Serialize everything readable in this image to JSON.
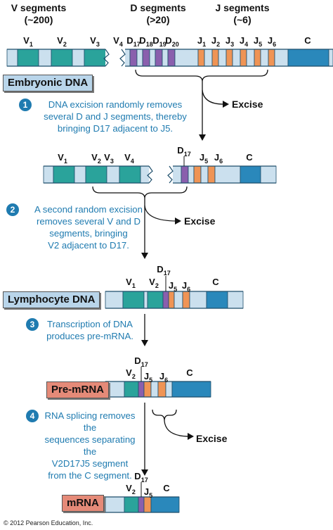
{
  "header": {
    "v_segments": "V segments",
    "v_count": "(~200)",
    "d_segments": "D segments",
    "d_count": "(>20)",
    "j_segments": "J segments",
    "j_count": "(~6)"
  },
  "colors": {
    "v": "#2aa39b",
    "d": "#8a5fad",
    "j": "#ef9455",
    "c": "#2a88bb",
    "spacer": "#cbe0ee",
    "text_blue": "#1f7bb0"
  },
  "labels": {
    "embryonic": "Embryonic DNA",
    "lymphocyte": "Lymphocyte DNA",
    "premrna": "Pre-mRNA",
    "mrna": "mRNA",
    "excise": "Excise"
  },
  "steps": [
    {
      "num": "1",
      "lines": [
        "DNA excision randomly removes",
        "several D and J segments, thereby",
        "bringing D17 adjacent to J5."
      ]
    },
    {
      "num": "2",
      "lines": [
        "A second random excision",
        "removes several V and D",
        "segments, bringing",
        "V2 adjacent to D17."
      ]
    },
    {
      "num": "3",
      "lines": [
        "Transcription of DNA",
        "produces pre-mRNA."
      ]
    },
    {
      "num": "4",
      "lines": [
        "RNA splicing removes the",
        "sequences separating the",
        "V2D17J5 segment",
        "from the C segment."
      ]
    }
  ],
  "segment_labels": {
    "row1": [
      "V1",
      "V2",
      "V3",
      "V4",
      "D17",
      "D18",
      "D19",
      "D20",
      "J1",
      "J2",
      "J3",
      "J4",
      "J5",
      "J6",
      "C"
    ],
    "row2": [
      "V1",
      "V2",
      "V3",
      "V4",
      "D17",
      "J5",
      "J6",
      "C"
    ],
    "row3": [
      "V1",
      "V2",
      "D17",
      "J5",
      "J6",
      "C"
    ],
    "row4": [
      "V2",
      "D17",
      "J5",
      "J6",
      "C"
    ],
    "row5": [
      "V2",
      "D17",
      "J5",
      "C"
    ]
  },
  "copyright": "© 2012 Pearson Education, Inc."
}
